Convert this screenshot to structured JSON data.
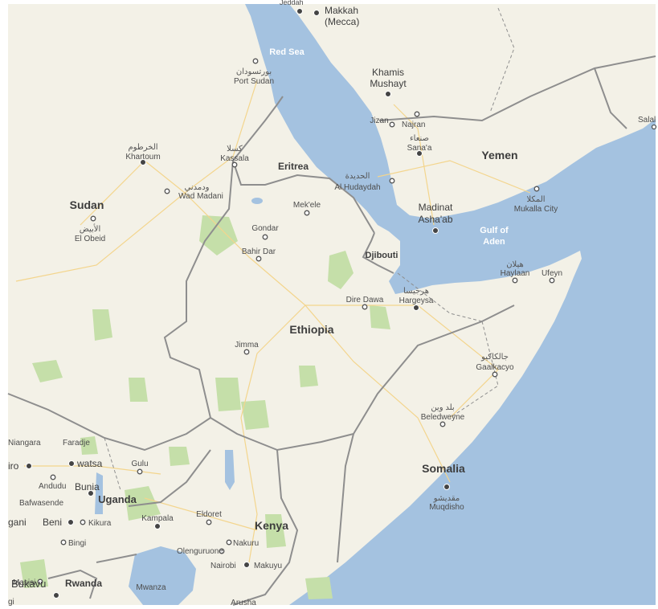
{
  "colors": {
    "water": "#a4c2e0",
    "land": "#f3f1e7",
    "park": "#c5dfa9",
    "border": "#8e8e8e",
    "road": "#f3d58d",
    "frame": "#ffffff"
  },
  "water_bodies": {
    "red_sea": "Red Sea",
    "gulf_of_aden_1": "Gulf of",
    "gulf_of_aden_2": "Aden"
  },
  "countries": {
    "sudan": "Sudan",
    "eritrea": "Eritrea",
    "yemen": "Yemen",
    "djibouti": "Djibouti",
    "ethiopia": "Ethiopia",
    "somalia": "Somalia",
    "uganda": "Uganda",
    "kenya": "Kenya",
    "rwanda": "Rwanda"
  },
  "cities": {
    "makkah_1": "Makkah",
    "makkah_2": "(Mecca)",
    "jeddah_partial": "Jeddah",
    "port_sudan_ar": "بورتسودان",
    "port_sudan": "Port Sudan",
    "khamis_1": "Khamis",
    "khamis_2": "Mushayt",
    "jizan": "Jizan",
    "najran": "Najran",
    "khartoum_ar": "الخرطوم",
    "khartoum": "Khartoum",
    "kassala_ar": "كسلا",
    "kassala": "Kassala",
    "sanaa_ar": "صنعاء",
    "sanaa": "Sana'a",
    "hudaydah_ar": "الحديدة",
    "hudaydah": "Al Hudaydah",
    "wad_madani_ar": "ودمدني",
    "wad_madani": "Wad Madani",
    "mekele": "Mek'ele",
    "madinat_1": "Madinat",
    "madinat_2": "Asha'ab",
    "mukalla_ar": "المكلا",
    "mukalla": "Mukalla City",
    "el_obeid_ar": "الأبيض",
    "el_obeid": "El Obeid",
    "gondar": "Gondar",
    "bahir_dar": "Bahir Dar",
    "haylaan_ar": "هيلان",
    "haylaan": "Haylaan",
    "ufeyn": "Ufeyn",
    "hargeysa_ar": "هرجيسا",
    "hargeysa": "Hargeysa",
    "dire_dawa": "Dire Dawa",
    "jimma": "Jimma",
    "gaalkacyo_ar": "جالكاكيو",
    "gaalkacyo": "Gaalkacyo",
    "beledweyne_ar": "بلد وين",
    "beledweyne": "Beledweyne",
    "niangara": "Niangara",
    "faradje": "Faradje",
    "watsa": "watsa",
    "iro_partial": "iro",
    "gulu": "Gulu",
    "andudu": "Andudu",
    "bunia": "Bunia",
    "mogadishu_ar": "مقديشو",
    "mogadishu": "Muqdisho",
    "bafwasende": "Bafwasende",
    "gani_partial": "gani",
    "beni": "Beni",
    "kikura": "Kikura",
    "kampala": "Kampala",
    "eldoret": "Eldoret",
    "bingi": "Bingi",
    "olenguruone": "Olenguruone",
    "nakuru": "Nakuru",
    "nairobi": "Nairobi",
    "makuyu": "Makuyu",
    "masisi": "Masisi",
    "bukavu": "Bukavu",
    "mwanza": "Mwanza",
    "arusha": "Arusha",
    "salalah_partial": "Salal",
    "gi_partial": "gi"
  }
}
